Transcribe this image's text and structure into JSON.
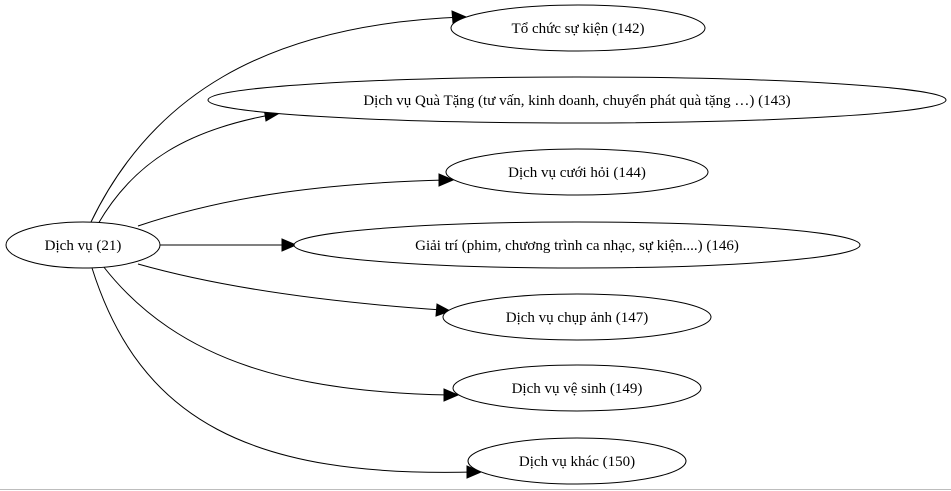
{
  "graph": {
    "root": {
      "label": "Dịch vụ (21)"
    },
    "children": [
      {
        "label": "Tổ chức sự kiện (142)"
      },
      {
        "label": "Dịch vụ Quà Tặng (tư vấn, kinh doanh, chuyển phát quà tặng …) (143)"
      },
      {
        "label": "Dịch vụ cưới hỏi (144)"
      },
      {
        "label": "Giải trí (phim, chương trình ca nhạc, sự kiện....) (146)"
      },
      {
        "label": "Dịch vụ chụp ảnh (147)"
      },
      {
        "label": "Dịch vụ vệ sinh (149)"
      },
      {
        "label": "Dịch vụ khác (150)"
      }
    ]
  }
}
